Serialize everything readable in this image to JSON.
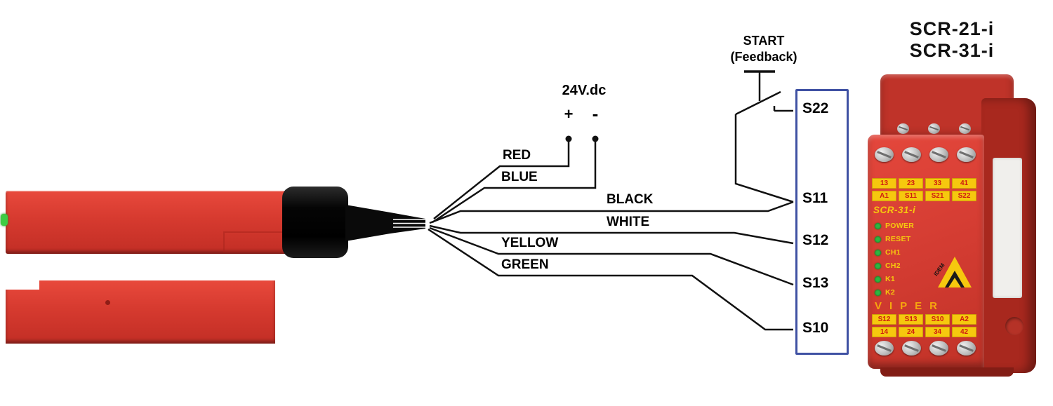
{
  "title": {
    "model1": "SCR-21-i",
    "model2": "SCR-31-i"
  },
  "supply": {
    "label": "24V.dc",
    "plus": "+",
    "minus": "-"
  },
  "start_button": {
    "line1": "START",
    "line2": "(Feedback)"
  },
  "wires": {
    "red": "RED",
    "blue": "BLUE",
    "black": "BLACK",
    "white": "WHITE",
    "yellow": "YELLOW",
    "green": "GREEN"
  },
  "terminal_block": {
    "terminals": [
      "S22",
      "S11",
      "S12",
      "S13",
      "S10"
    ]
  },
  "relay": {
    "model": "SCR-31-i",
    "top_terminal_row1": [
      "13",
      "23",
      "33",
      "41"
    ],
    "top_terminal_row2": [
      "A1",
      "S11",
      "S21",
      "S22"
    ],
    "leds": [
      "POWER",
      "RESET",
      "CH1",
      "CH2",
      "K1",
      "K2"
    ],
    "logo": "IDEM",
    "brand": "VIPER",
    "bottom_terminal_row1": [
      "S12",
      "S13",
      "S10",
      "A2"
    ],
    "bottom_terminal_row2": [
      "14",
      "24",
      "34",
      "42"
    ]
  },
  "colors": {
    "device_red": "#d23b31",
    "terminal_box_border": "#3f51a3",
    "label_yellow": "#f6c80e",
    "led_green": "#2fb441",
    "wire_black": "#111111"
  }
}
